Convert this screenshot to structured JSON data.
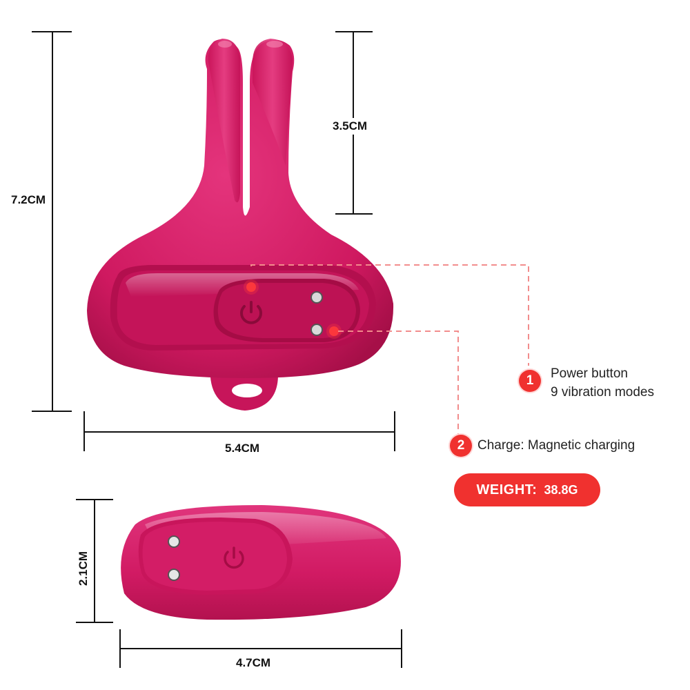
{
  "dimensions": {
    "total_height": "7.2CM",
    "top_height": "3.5CM",
    "width": "5.4CM",
    "egg_height": "2.1CM",
    "egg_width": "4.7CM"
  },
  "features": [
    {
      "number": "1",
      "line1": "Power button",
      "line2": "9 vibration modes"
    },
    {
      "number": "2",
      "line1": "Charge: Magnetic charging"
    }
  ],
  "weight": {
    "label": "WEIGHT:",
    "value": "38.8G"
  },
  "colors": {
    "product": "#d81b66",
    "product_dark": "#a80f4a",
    "accent_red": "#f0312f",
    "dashed_line": "#f28c8c"
  }
}
